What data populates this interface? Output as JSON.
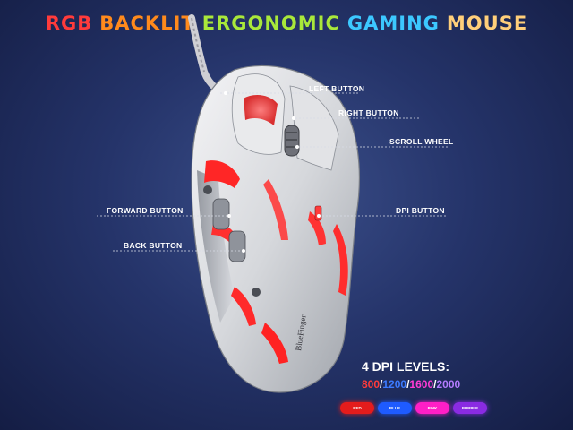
{
  "title_words": [
    {
      "text": "RGB",
      "color": "#ff3b3b"
    },
    {
      "text": "BACKLIT",
      "color": "#ff8a1c"
    },
    {
      "text": "ERGONOMIC",
      "color": "#a9e83a"
    },
    {
      "text": "GAMING",
      "color": "#3cc8ff"
    },
    {
      "text": "MOUSE",
      "color": "#ffcf7a"
    }
  ],
  "callouts": {
    "left_button": "LEFT BUTTON",
    "right_button": "RIGHT BUTTON",
    "scroll_wheel": "SCROLL WHEEL",
    "forward_button": "FORWARD BUTTON",
    "dpi_button": "DPI BUTTON",
    "back_button": "BACK BUTTON"
  },
  "mouse_brand": "BlueFinger",
  "dpi": {
    "title": "4 DPI LEVELS:",
    "levels": [
      {
        "value": "800",
        "color": "#ff3b3b"
      },
      {
        "value": "1200",
        "color": "#3c7bff"
      },
      {
        "value": "1600",
        "color": "#ff3bd4"
      },
      {
        "value": "2000",
        "color": "#b37cff"
      }
    ],
    "separator": "/"
  },
  "color_modes": [
    {
      "label": "RED",
      "color": "#e41c1c"
    },
    {
      "label": "BLUE",
      "color": "#1e5bff"
    },
    {
      "label": "PINK",
      "color": "#ff1fc6"
    },
    {
      "label": "PURPLE",
      "color": "#8a2be2"
    }
  ]
}
